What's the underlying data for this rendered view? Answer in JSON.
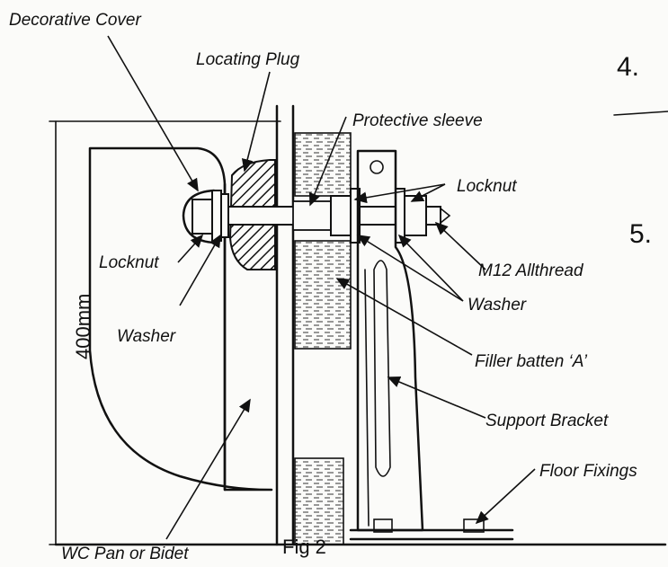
{
  "labels": {
    "decorative_cover": "Decorative Cover",
    "locating_plug": "Locating Plug",
    "protective_sleeve": "Protective sleeve",
    "locknut_right": "Locknut",
    "locknut_left": "Locknut",
    "m12_allthread": "M12 Allthread",
    "washer_right": "Washer",
    "washer_left": "Washer",
    "filler_batten": "Filler batten ‘A’",
    "support_bracket": "Support Bracket",
    "floor_fixings": "Floor Fixings",
    "wc_pan": "WC Pan or Bidet",
    "dimension": "400mm",
    "figure_caption": "Fig 2"
  },
  "side_numbers": [
    "4.",
    "5."
  ]
}
